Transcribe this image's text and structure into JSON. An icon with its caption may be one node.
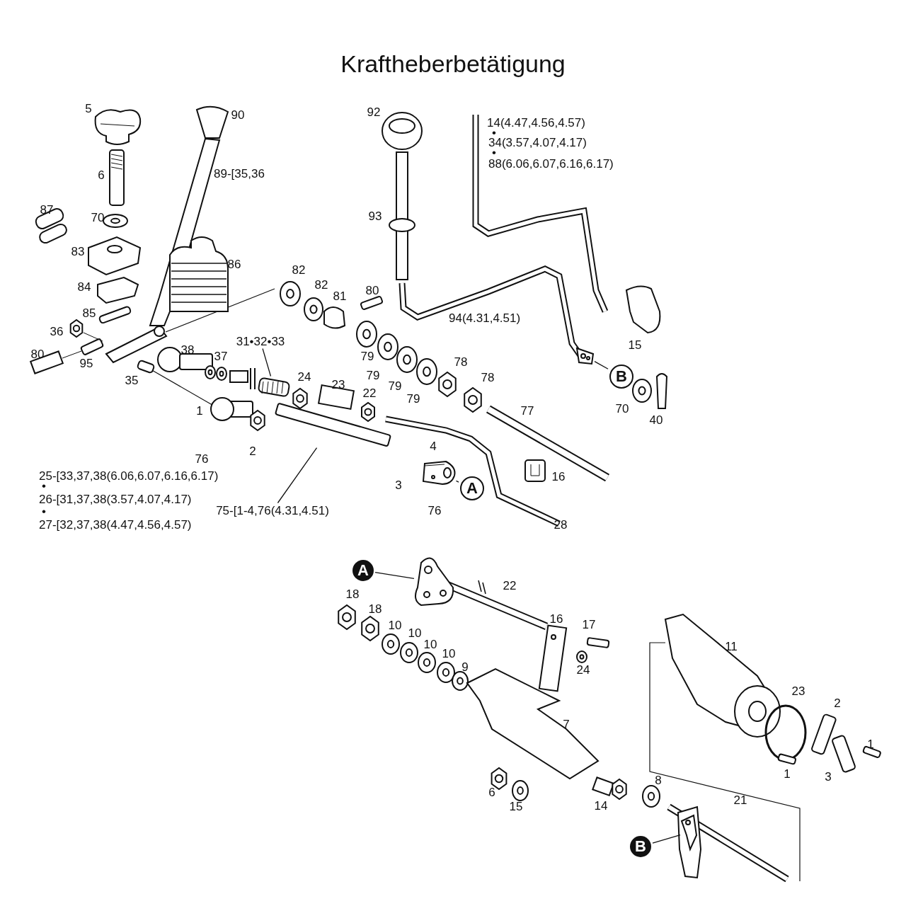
{
  "diagram": {
    "title": "Kraftheberbetätigung",
    "nodes": [
      {
        "text": [
          "A"
        ]
      },
      {
        "text": [],
        "shape": "picture"
      },
      {
        "text": [
          "B"
        ]
      },
      {
        "text": [],
        "shape": "picture"
      },
      {
        "text": [
          "A"
        ]
      },
      {
        "text": [],
        "shape": "picture"
      },
      {
        "text": [
          "B"
        ]
      },
      {
        "text": [],
        "shape": "picture"
      },
      {
        "text": [
          "31•32•33"
        ]
      },
      {
        "text": [],
        "shape": "picture"
      },
      {
        "text": [
          "75-[1-4,76(4.31,4.51)"
        ]
      },
      {
        "text": [],
        "shape": "picture"
      }
    ],
    "edges": [
      {
        "from": 0,
        "to": 1,
        "arrow": "none"
      },
      {
        "from": 2,
        "to": 3,
        "arrow": "none"
      },
      {
        "from": 4,
        "to": 5,
        "arrow": "none"
      },
      {
        "from": 6,
        "to": 7,
        "arrow": "none"
      },
      {
        "from": 8,
        "to": 9,
        "arrow": "none"
      },
      {
        "from": 10,
        "to": 11,
        "arrow": "none"
      }
    ],
    "labels": [
      "5",
      "90",
      "92",
      "14(4.47,4.56,4.57)",
      "•",
      "34(3.57,4.07,4.17)",
      "•",
      "88(6.06,6.07,6.16,6.17)",
      "89-[35,36",
      "6",
      "87",
      "70",
      "93",
      "83",
      "86",
      "82",
      "82",
      "84",
      "80",
      "81",
      "85",
      "94(4.31,4.51)",
      "36",
      "15",
      "79",
      "38",
      "80",
      "95",
      "78",
      "37",
      "79",
      "24",
      "78",
      "79",
      "23",
      "79",
      "35",
      "22",
      "70",
      "77",
      "1",
      "40",
      "4",
      "2",
      "16",
      "25-[33,37,38(6.06,6.07,6.16,6.17)",
      "3",
      "76",
      "•",
      "26-[31,37,38(3.57,4.07,4.17)",
      "•",
      "27-[32,37,38(4.47,4.56,4.57)",
      "76",
      "28",
      "22",
      "18",
      "18",
      "16",
      "10",
      "17",
      "10",
      "10",
      "10",
      "9",
      "11",
      "24",
      "23",
      "2",
      "7",
      "1",
      "1",
      "3",
      "8",
      "6",
      "15",
      "14",
      "21"
    ]
  }
}
